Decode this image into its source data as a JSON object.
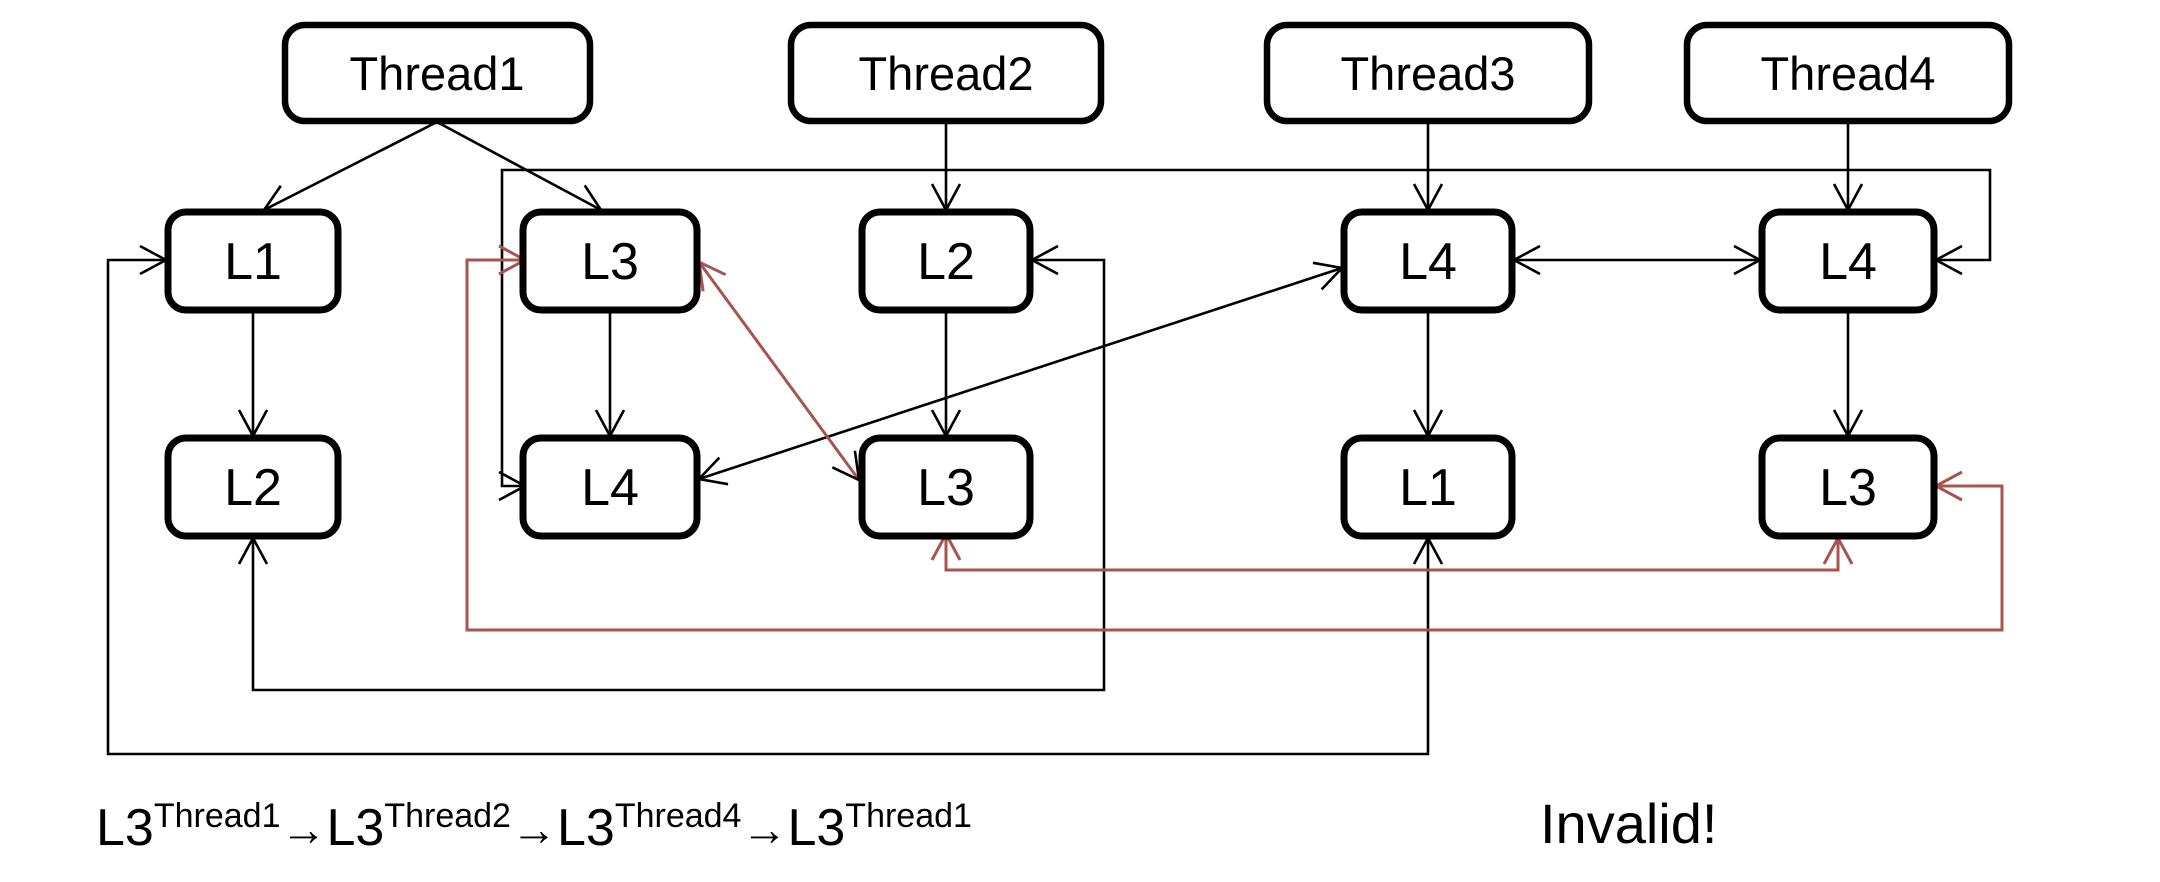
{
  "nodes": {
    "thread1": "Thread1",
    "thread2": "Thread2",
    "thread3": "Thread3",
    "thread4": "Thread4",
    "t1_l1": "L1",
    "t1_l2": "L2",
    "t1_l3": "L3",
    "t1_l4": "L4",
    "t2_l2": "L2",
    "t2_l3": "L3",
    "t3_l4": "L4",
    "t3_l1": "L1",
    "t4_l4": "L4",
    "t4_l3": "L3"
  },
  "caption": {
    "parts": [
      "L3",
      "Thread1",
      "→",
      "L3",
      "Thread2",
      "→",
      "L3",
      "Thread4",
      "→",
      "L3",
      "Thread1"
    ]
  },
  "verdict": "Invalid!",
  "colors": {
    "edge_black": "#000000",
    "cycle_edge_red": "#a65550",
    "node_fill": "#ffffff",
    "node_border": "#000000",
    "background": "#ffffff"
  }
}
